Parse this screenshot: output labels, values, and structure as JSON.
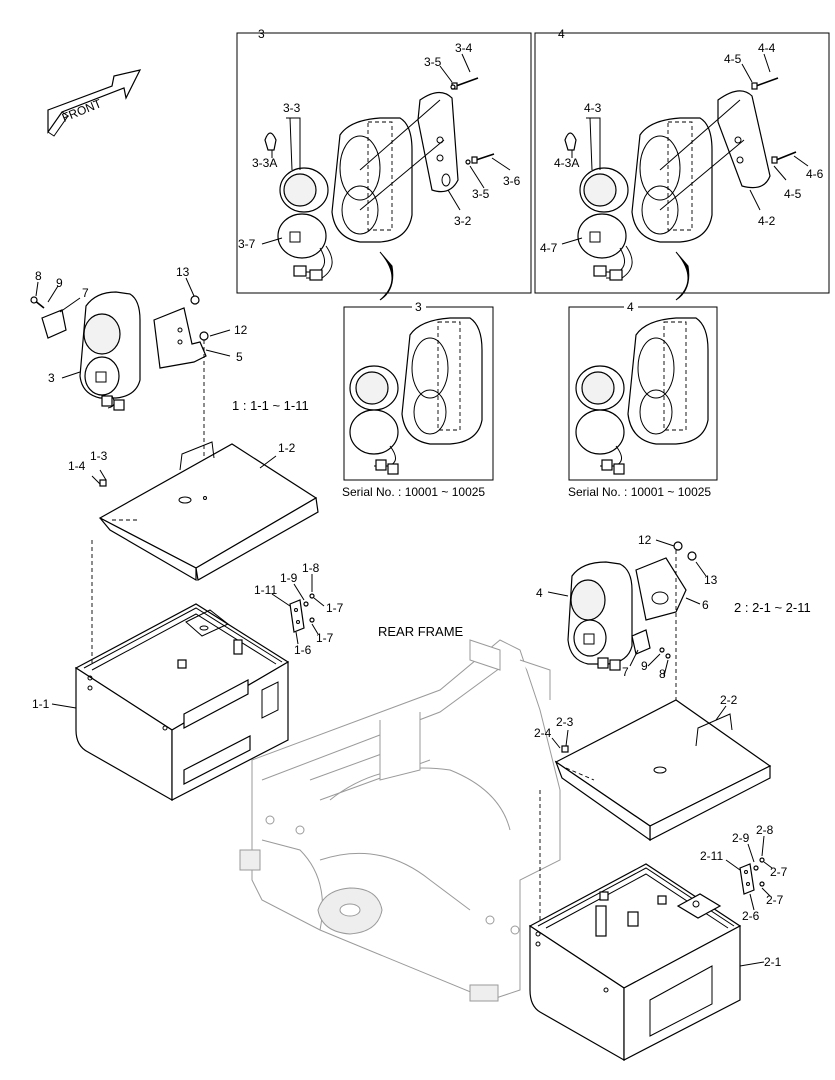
{
  "front_label": "FRONT",
  "rear_frame_label": "REAR FRAME",
  "group_note_1": "1 : 1-1 ~ 1-11",
  "group_note_2": "2 : 2-1 ~ 2-11",
  "box3": {
    "title": "3",
    "labels": [
      "3-4",
      "3-5",
      "3-3",
      "3-3A",
      "3-5",
      "3-6",
      "3-2",
      "3-7"
    ]
  },
  "box4": {
    "title": "4",
    "labels": [
      "4-4",
      "4-5",
      "4-3",
      "4-3A",
      "4-6",
      "4-5",
      "4-2",
      "4-7"
    ]
  },
  "serial3": {
    "title": "3",
    "serial": "Serial No. : 10001 ~ 10025"
  },
  "serial4": {
    "title": "4",
    "serial": "Serial No. : 10001 ~ 10025"
  },
  "left_lamp_labels": [
    "8",
    "9",
    "7",
    "13",
    "12",
    "5",
    "3"
  ],
  "left_box_labels": [
    "1-2",
    "1-3",
    "1-4",
    "1-8",
    "1-9",
    "1-11",
    "1-7",
    "1-7",
    "1-6",
    "1-1"
  ],
  "right_lamp_labels": [
    "12",
    "13",
    "4",
    "6",
    "7",
    "9",
    "8"
  ],
  "right_box_labels": [
    "2-2",
    "2-3",
    "2-4",
    "2-8",
    "2-9",
    "2-11",
    "2-7",
    "2-7",
    "2-6",
    "2-1"
  ]
}
